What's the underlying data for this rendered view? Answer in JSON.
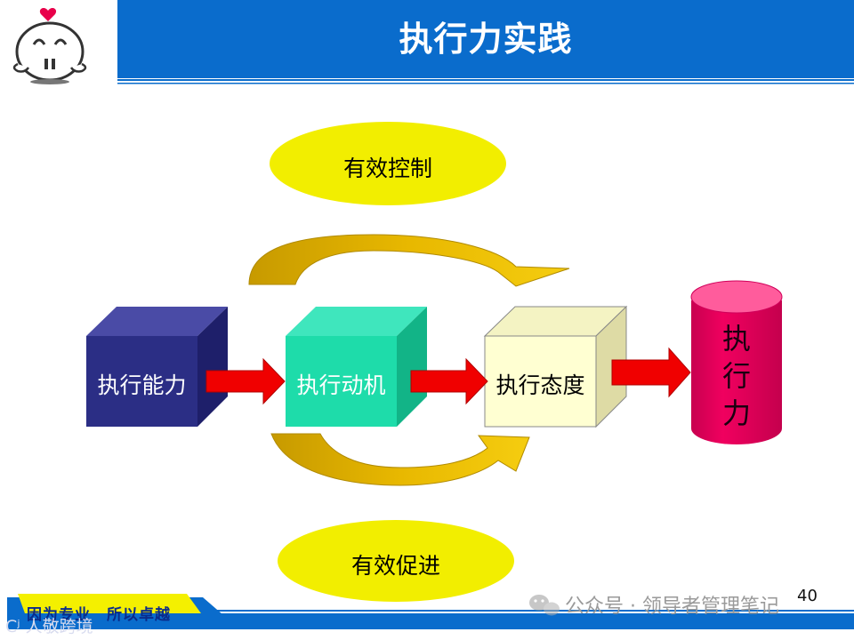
{
  "title": "执行力实践",
  "ovals": {
    "top": "有效控制",
    "bottom": "有效促进"
  },
  "boxes": [
    {
      "label": "执行能力",
      "front": "#2b2e85",
      "top": "#4a4ba6",
      "side": "#1e1f6a"
    },
    {
      "label": "执行动机",
      "front": "#1edcaa",
      "top": "#3fe6bd",
      "side": "#12b487"
    },
    {
      "label": "执行态度",
      "front": "#ffffd2",
      "top": "#f4f3c3",
      "side": "#dedba5"
    }
  ],
  "result": {
    "label": "执行力",
    "color": "#e8005e"
  },
  "footer": {
    "slogan": "因为专业　所以卓越",
    "watermark": "公众号 · 领导者管理笔记",
    "page_number": "40",
    "bottom_left_mark": "Cʲ 人敬跨境"
  },
  "colors": {
    "title_bar": "#0a6ccc",
    "oval": "#f2ee00",
    "arc_arrow": "#e3b400",
    "flow_arrow": "#f00000",
    "footer_band": "#0a6ccc",
    "slogan_bg": "#f4f000"
  }
}
